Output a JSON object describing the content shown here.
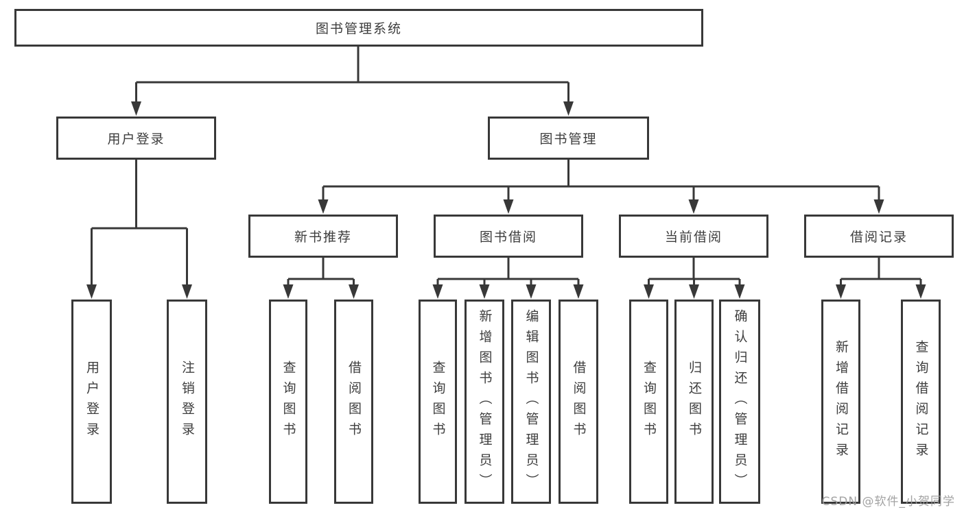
{
  "tree": {
    "root": {
      "label": "图书管理系统"
    },
    "level2": [
      {
        "label": "用户登录"
      },
      {
        "label": "图书管理"
      }
    ],
    "level3": [
      {
        "label": "新书推荐",
        "parent": "图书管理"
      },
      {
        "label": "图书借阅",
        "parent": "图书管理"
      },
      {
        "label": "当前借阅",
        "parent": "图书管理"
      },
      {
        "label": "借阅记录",
        "parent": "图书管理"
      }
    ],
    "leaves": [
      {
        "label": "用户登录",
        "parent": "用户登录"
      },
      {
        "label": "注销登录",
        "parent": "用户登录"
      },
      {
        "label": "查询图书",
        "parent": "新书推荐"
      },
      {
        "label": "借阅图书",
        "parent": "新书推荐"
      },
      {
        "label": "查询图书",
        "parent": "图书借阅"
      },
      {
        "label": "新增图书（管理员）",
        "parent": "图书借阅"
      },
      {
        "label": "编辑图书（管理员）",
        "parent": "图书借阅"
      },
      {
        "label": "借阅图书",
        "parent": "图书借阅"
      },
      {
        "label": "查询图书",
        "parent": "当前借阅"
      },
      {
        "label": "归还图书",
        "parent": "当前借阅"
      },
      {
        "label": "确认归还（管理员）",
        "parent": "当前借阅"
      },
      {
        "label": "新增借阅记录",
        "parent": "借阅记录"
      },
      {
        "label": "查询借阅记录",
        "parent": "借阅记录"
      }
    ]
  },
  "watermark": {
    "text": "CSDN @软件_小贺同学"
  },
  "colors": {
    "line": "#383838",
    "text": "#3d3d3d",
    "watermark": "#9b9b9b",
    "background": "#ffffff"
  }
}
